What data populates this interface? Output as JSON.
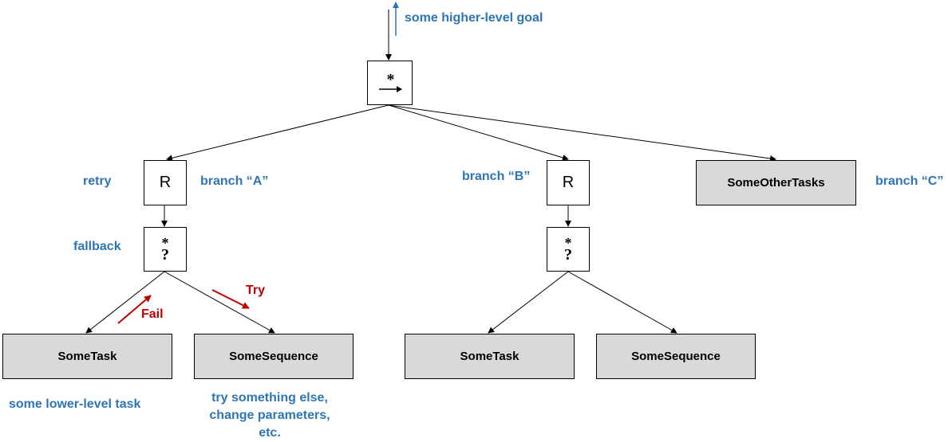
{
  "root": {
    "goal_label": "some higher-level goal",
    "sequence_symbol": "*"
  },
  "branch_a": {
    "label": "branch “A”",
    "retry_label": "retry",
    "retry_symbol": "R",
    "fallback_label": "fallback",
    "fallback_star": "*",
    "fallback_symbol": "?",
    "fail_label": "Fail",
    "try_label": "Try",
    "task": "SomeTask",
    "sequence": "SomeSequence",
    "task_note": "some lower-level task",
    "sequence_note": "try something else,\nchange parameters,\netc."
  },
  "branch_b": {
    "label": "branch “B”",
    "retry_symbol": "R",
    "fallback_star": "*",
    "fallback_symbol": "?",
    "task": "SomeTask",
    "sequence": "SomeSequence"
  },
  "branch_c": {
    "label": "branch “C”",
    "task": "SomeOtherTasks"
  },
  "colors": {
    "annotation": "#2e75b6",
    "emphasis": "#c00000",
    "task_fill": "#d9d9d9"
  }
}
